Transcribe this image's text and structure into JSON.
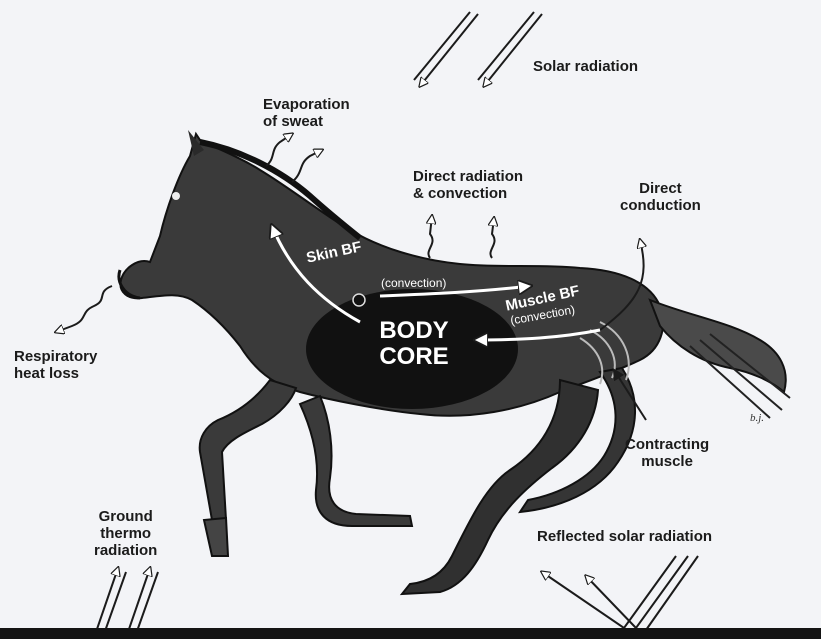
{
  "labels": {
    "solar_radiation": "Solar radiation",
    "evaporation": "Evaporation\nof sweat",
    "direct_radiation": "Direct radiation\n& convection",
    "direct_conduction": "Direct\nconduction",
    "skin_bf": "Skin BF",
    "skin_convection": "(convection)",
    "muscle_bf": "Muscle BF",
    "muscle_convection": "(convection)",
    "body_core": "BODY\nCORE",
    "respiratory": "Respiratory\nheat loss",
    "contracting_muscle": "Contracting\nmuscle",
    "ground_thermo": "Ground\nthermo\nradiation",
    "reflected_solar": "Reflected solar radiation",
    "artist_initials": "b.j."
  },
  "colors": {
    "background": "#f3f4f7",
    "ink": "#1b1b1b",
    "horse": "#3a3a3a",
    "core": "#111111",
    "ground": "#141414"
  }
}
